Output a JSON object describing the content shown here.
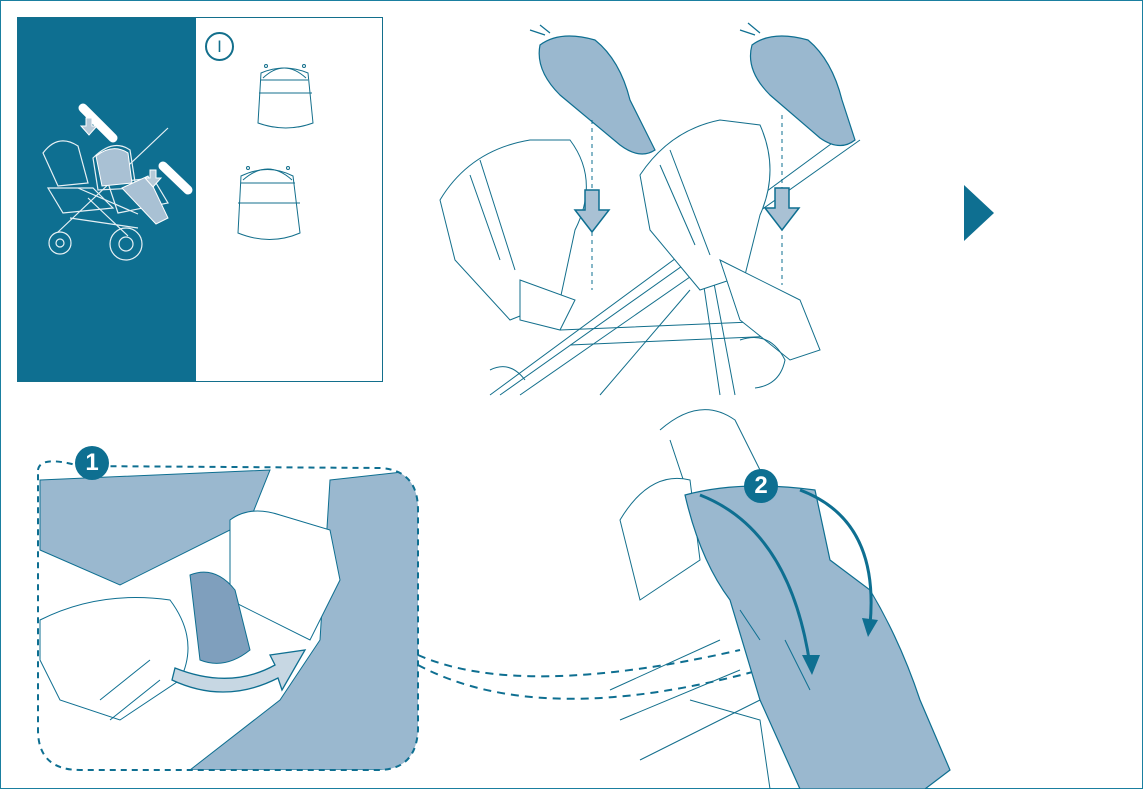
{
  "inset": {
    "step_label": "I"
  },
  "steps": [
    {
      "number": "1"
    },
    {
      "number": "2"
    }
  ],
  "colors": {
    "primary_teal": "#0e6f91",
    "light_blue": "#9ab8cf",
    "mid_blue": "#7f9fbd",
    "line": "#0e6f91"
  },
  "icons": [
    "down-arrow-icon",
    "next-arrow-icon",
    "curved-arrow-icon"
  ]
}
